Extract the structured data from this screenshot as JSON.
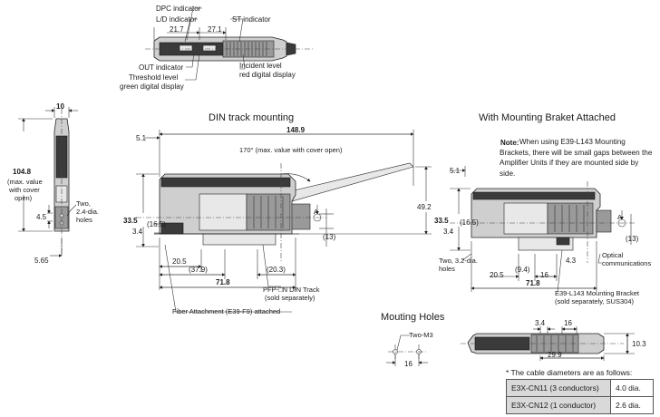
{
  "top_view": {
    "labels": {
      "dpc": "DPC indicator",
      "ld": "L/D indicator",
      "st": "ST indicator",
      "out": "OUT indicator",
      "threshold_1": "Threshold level",
      "threshold_2": "green digital display",
      "incident_1": "Incident level",
      "incident_2": "red digital display"
    },
    "dims": {
      "d1": "21.7",
      "d2": "27.1"
    }
  },
  "side_view": {
    "width": "10",
    "height": "104.8",
    "height_note_1": "(max. value",
    "height_note_2": "with cover",
    "height_note_3": "open)",
    "holes_1": "Two,",
    "holes_2": "2.4-dia.",
    "holes_3": "holes",
    "d45": "4.5",
    "d565": "5.65"
  },
  "din_mounting": {
    "title": "DIN track mounting",
    "overall": "148.9",
    "offset": "5.1",
    "angle": "170° (max. value with cover open)",
    "h_right": "49.2",
    "h_left": "33.5",
    "d165": "(16.5)",
    "d34": "3.4",
    "d13": "(13)",
    "a_mark": "A",
    "d205": "20.5",
    "d379": "(37.9)",
    "d203": "(20.3)",
    "d718": "71.8",
    "track_1": "PFP-□N DIN Track",
    "track_2": "(sold separately)",
    "fiber": "Fiber Attachment (E39-F9) attached"
  },
  "bracket_mounting": {
    "title": "With Mounting Braket Attached",
    "note_label": "Note:",
    "note_text": "When using E39-L143 Mounting Brackets, there will be small gaps between the Amplifier Units if they are mounted side by side.",
    "offset": "5.1",
    "h_left": "33.5",
    "d165": "(16.5)",
    "d34": "3.4",
    "d13": "(13)",
    "a_mark": "A",
    "holes_1": "Two, 3.2-dia.",
    "holes_2": "holes",
    "d205": "20.5",
    "d94": "(9.4)",
    "d16": "16",
    "d43": "4.3",
    "d718": "71.8",
    "optical_1": "Optical",
    "optical_2": "communications",
    "bracket_1": "E39-L143 Mounting Bracket",
    "bracket_2": "(sold separately, SUS304)"
  },
  "mounting_holes": {
    "title": "Mouting Holes",
    "label": "Two-M3",
    "d16": "16"
  },
  "end_view": {
    "d34": "3.4",
    "d16": "16",
    "d299": "29.9",
    "d103": "10.3"
  },
  "cable_table": {
    "caption": "* The cable diameters are as follows:",
    "rows": [
      {
        "model": "E3X-CN11 (3 conductors)",
        "dia": "4.0 dia."
      },
      {
        "model": "E3X-CN12 (1 conductor)",
        "dia": "2.6 dia."
      }
    ]
  }
}
